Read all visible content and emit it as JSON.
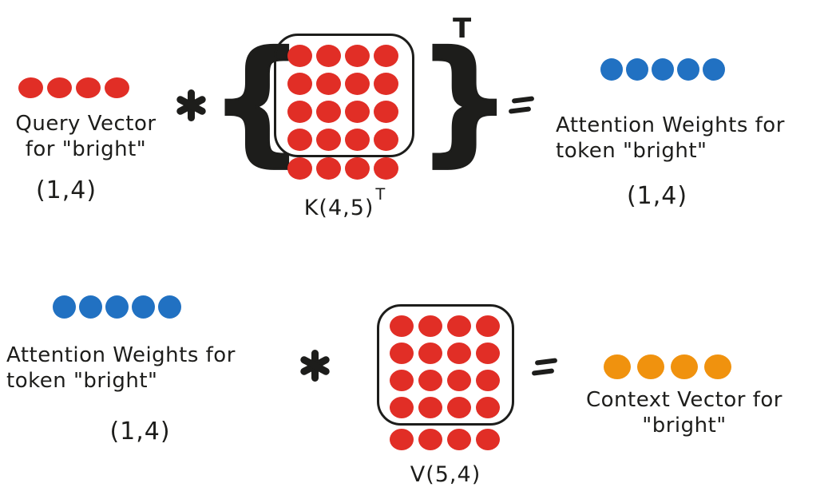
{
  "colors": {
    "red": "#e12e26",
    "blue": "#2171c2",
    "orange": "#f0920e",
    "ink": "#1d1d1b"
  },
  "top": {
    "query": {
      "dots": {
        "count": 4,
        "color": "#e12e26"
      },
      "label_line1": "Query Vector",
      "label_line2": "for \"bright\"",
      "dim": "(1,4)"
    },
    "multiply": "*",
    "key_matrix": {
      "brace_left": "{",
      "brace_right": "}",
      "outer_superscript": "T",
      "grid": {
        "rows": 4,
        "cols": 4,
        "color": "#e12e26"
      },
      "extra_row": {
        "rows": 1,
        "cols": 4,
        "color": "#e12e26"
      },
      "label": "K(4,5)",
      "label_superscript": "T"
    },
    "equals": "=",
    "attention": {
      "dots": {
        "count": 5,
        "color": "#2171c2"
      },
      "label_line1": "Attention Weights for",
      "label_line2": "token \"bright\"",
      "dim": "(1,4)"
    }
  },
  "bottom": {
    "attention": {
      "dots": {
        "count": 5,
        "color": "#2171c2"
      },
      "label_line1": "Attention Weights for",
      "label_line2": "token \"bright\"",
      "dim": "(1,4)"
    },
    "multiply": "*",
    "value_matrix": {
      "grid": {
        "rows": 4,
        "cols": 4,
        "color": "#e12e26"
      },
      "extra_row": {
        "rows": 1,
        "cols": 4,
        "color": "#e12e26"
      },
      "label": "V(5,4)"
    },
    "equals": "=",
    "context": {
      "dots": {
        "count": 4,
        "color": "#f0920e"
      },
      "label_line1": "Context Vector for",
      "label_line2": "\"bright\""
    }
  }
}
